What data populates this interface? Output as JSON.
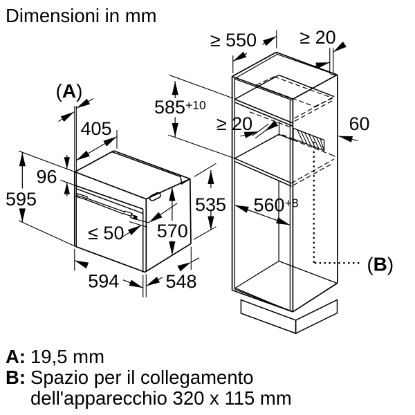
{
  "title": "Dimensioni in mm",
  "labels": {
    "a_open": "(",
    "a_letter": "A",
    "a_close": ")",
    "d405": "405",
    "d96": "96",
    "d595": "595",
    "d50": "≤ 50",
    "d594": "594",
    "d548": "548",
    "d570": "570",
    "d550": "≥ 550",
    "d20top": "≥ 20",
    "d585_main": "585",
    "d585_sup": "+10",
    "d20mid": "≥ 20",
    "d60": "60",
    "d560_main": "560",
    "d560_sup": "+8",
    "d535": "535",
    "b_open": "(",
    "b_letter": "B",
    "b_close": ")"
  },
  "legend": {
    "a_key": "A:",
    "a_value": "19,5 mm",
    "b_key": "B:",
    "b_value_line1": "Spazio per il collegamento",
    "b_value_line2": "dell'apparecchio 320 x 115 mm"
  }
}
